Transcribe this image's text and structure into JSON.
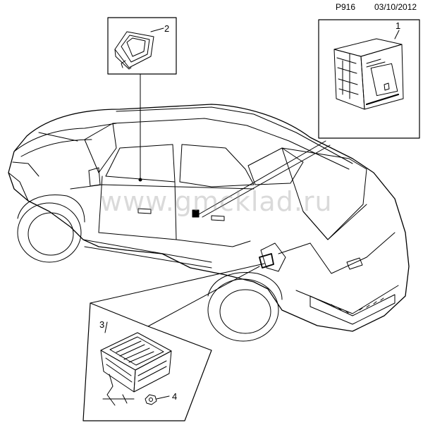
{
  "header": {
    "code": "P916",
    "date": "03/10/2012"
  },
  "watermark": "www.gmcklad.ru",
  "callouts": [
    "1",
    "2",
    "3",
    "4"
  ],
  "colors": {
    "line": "#000000",
    "background": "#ffffff",
    "watermark": "#969696"
  }
}
